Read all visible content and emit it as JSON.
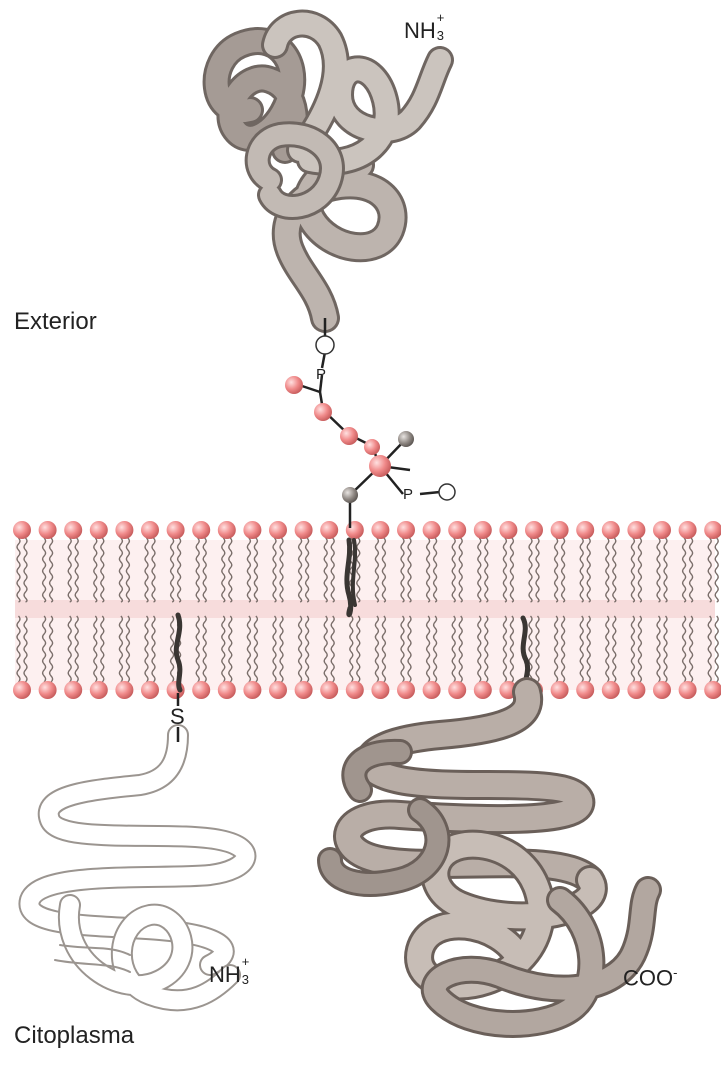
{
  "labels": {
    "exterior": "Exterior",
    "cytoplasm": "Citoplasma",
    "nh3_top": "NH",
    "nh3_bottom": "NH",
    "nh3_subscript": "3",
    "nh3_superscript": "+",
    "coo": "COO",
    "coo_superscript": "-",
    "phosphate_1": "P",
    "phosphate_2": "P",
    "sulfur": "S"
  },
  "colors": {
    "lipid_head": "#f08080",
    "lipid_tail": "#7a6e6a",
    "membrane_core": "#fbe6e6",
    "protein_dark": "#8c837d",
    "protein_light": "#c9c2bc",
    "anchor": "#3a3633"
  }
}
